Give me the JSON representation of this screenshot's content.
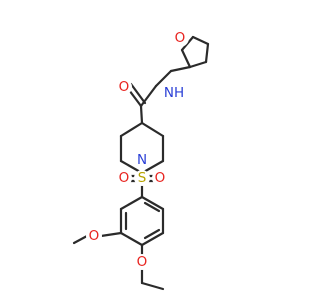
{
  "molecule": {
    "atoms": {
      "ring_oxygen": "O",
      "amide_nh": "NH",
      "carbonyl_oxygen": "O",
      "piperidine_n": "N",
      "sulfur": "S",
      "sulfonyl_o_left": "O",
      "sulfonyl_o_right": "O",
      "methoxy_o_upper": "O",
      "methoxy_o_lower": "O"
    },
    "colors": {
      "bond": "#2b2b2b",
      "oxygen": "#e8231f",
      "nitrogen": "#2a3fd6",
      "sulfur": "#b8a400"
    }
  }
}
